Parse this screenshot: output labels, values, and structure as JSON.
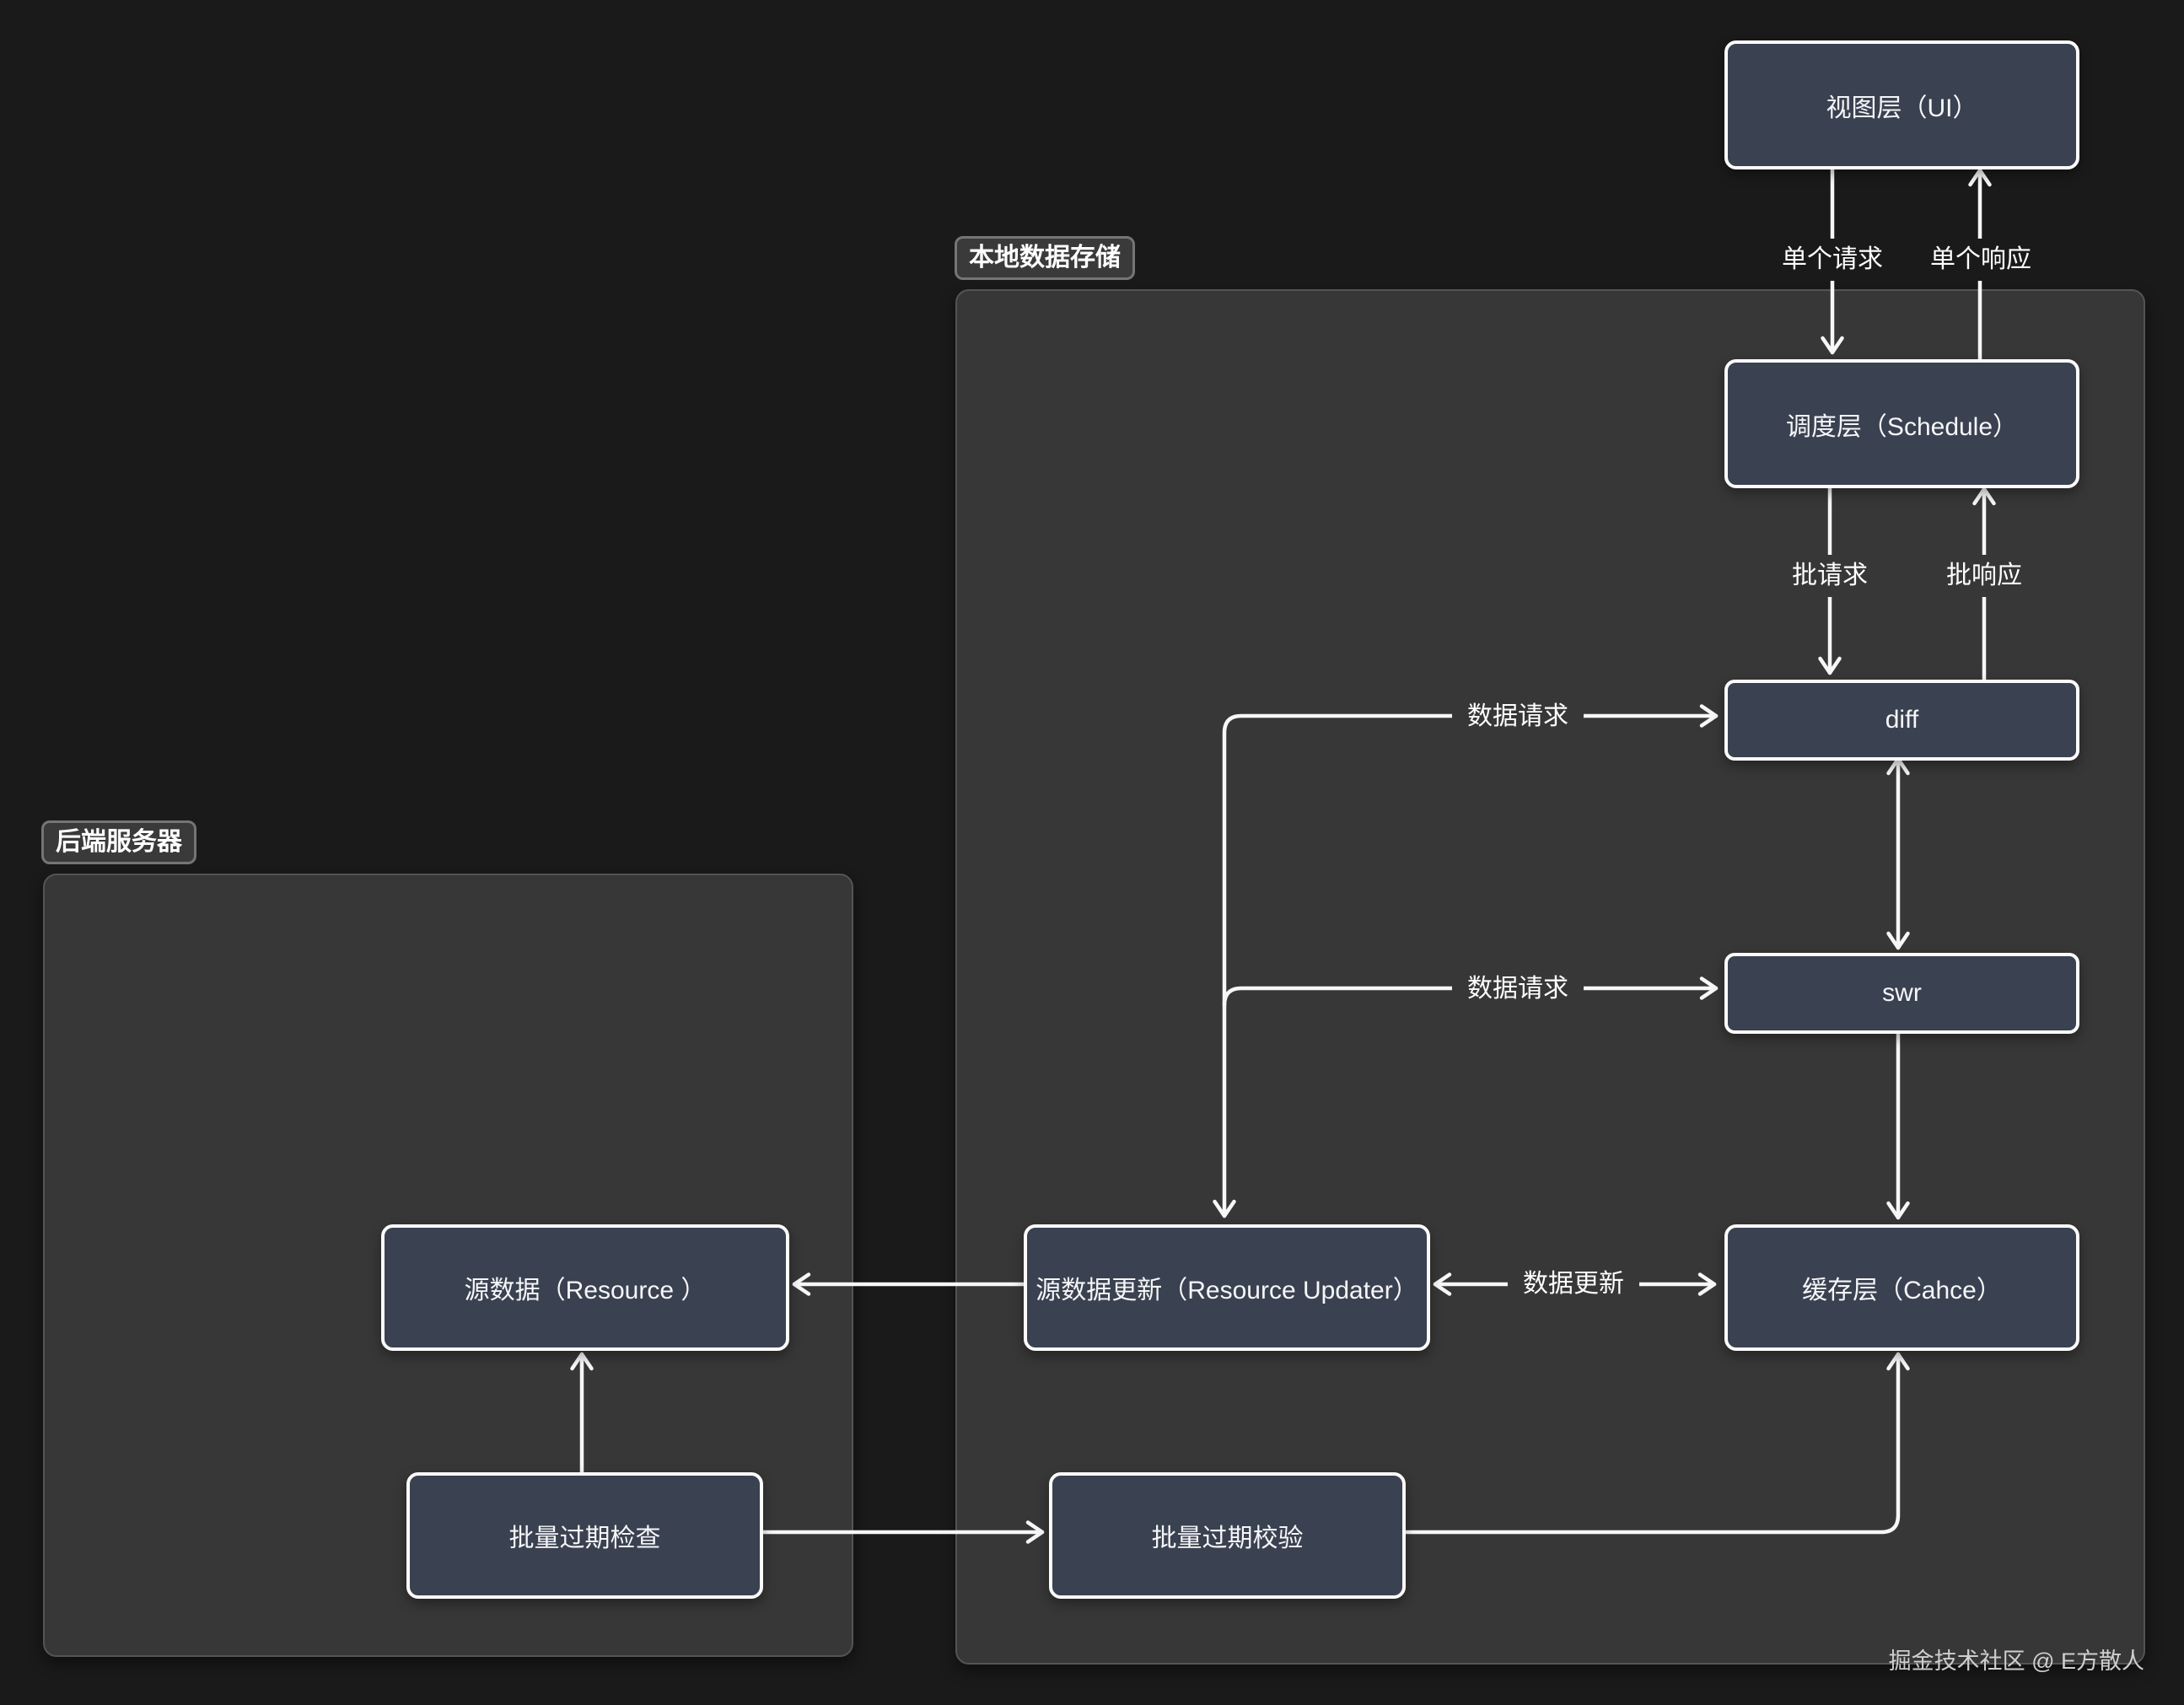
{
  "page": {
    "watermark": "掘金技术社区 @ E方散人"
  },
  "colors": {
    "background": "#1a1a1b",
    "group_fill": "#373737",
    "group_border": "#545454",
    "node_fill": "#3a4150",
    "node_border": "#fbfbfb",
    "edge_stroke": "#f7f7f7",
    "text": "#ffffff"
  },
  "group_labels": {
    "local": "本地数据存储",
    "backend": "后端服务器"
  },
  "nodes": {
    "view": {
      "label": "视图层（UI）"
    },
    "schedule": {
      "label": "调度层（Schedule）"
    },
    "diff": {
      "label": "diff"
    },
    "swr": {
      "label": "swr"
    },
    "cache": {
      "label": "缓存层（Cahce）"
    },
    "updater": {
      "label": "源数据更新（Resource Updater）"
    },
    "resource": {
      "label": "源数据（Resource ）"
    },
    "check": {
      "label": "批量过期检查"
    },
    "verify": {
      "label": "批量过期校验"
    }
  },
  "edge_labels": {
    "single_request": "单个请求",
    "single_response": "单个响应",
    "batch_request": "批请求",
    "batch_response": "批响应",
    "data_request_diff": "数据请求",
    "data_request_swr": "数据请求",
    "data_update": "数据更新"
  }
}
